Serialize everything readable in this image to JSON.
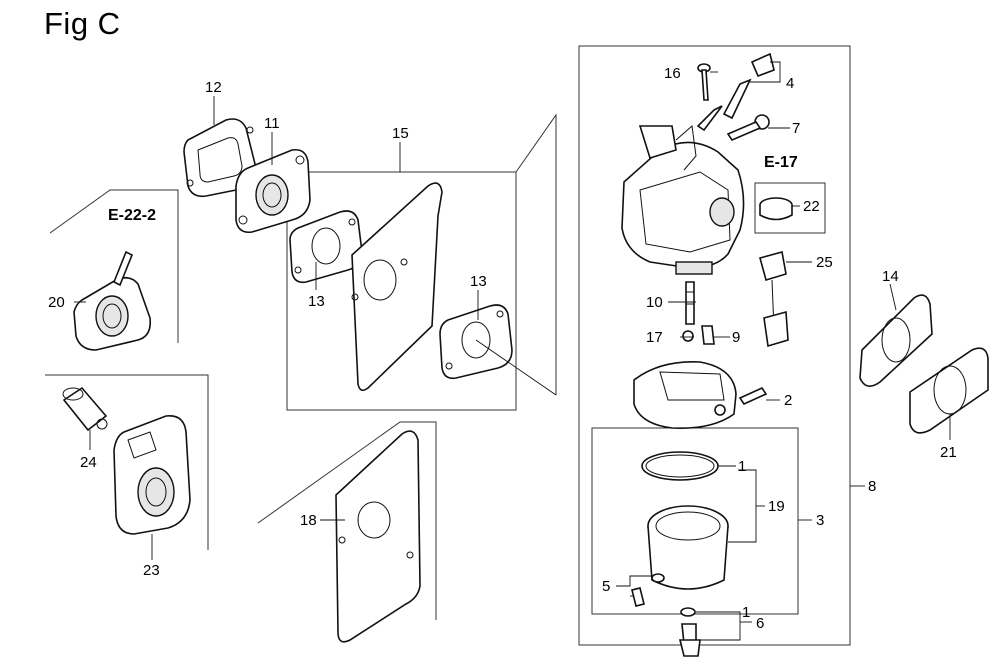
{
  "figure": {
    "title": "Fig C"
  },
  "callouts": {
    "c1a": "1",
    "c1b": "1",
    "c2": "2",
    "c3": "3",
    "c4": "4",
    "c5": "5",
    "c6": "6",
    "c7": "7",
    "c8": "8",
    "c9": "9",
    "c10": "10",
    "c11": "11",
    "c12": "12",
    "c13a": "13",
    "c13b": "13",
    "c14": "14",
    "c15": "15",
    "c16": "16",
    "c17": "17",
    "c18": "18",
    "c19": "19",
    "c20": "20",
    "c21": "21",
    "c22": "22",
    "c23": "23",
    "c24": "24",
    "c25": "25"
  },
  "references": {
    "e17": "E-17",
    "e222": "E-22-2"
  }
}
